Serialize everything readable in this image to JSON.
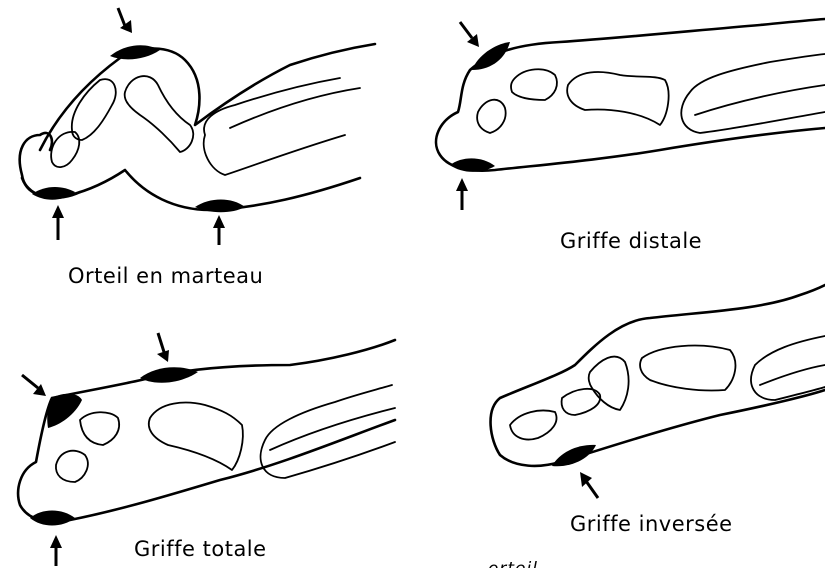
{
  "labels": {
    "hammer_toe": "Orteil en marteau",
    "distal_claw": "Griffe distale",
    "total_claw": "Griffe totale",
    "inverted_claw": "Griffe inversée"
  },
  "caption_fragment": "orteil"
}
